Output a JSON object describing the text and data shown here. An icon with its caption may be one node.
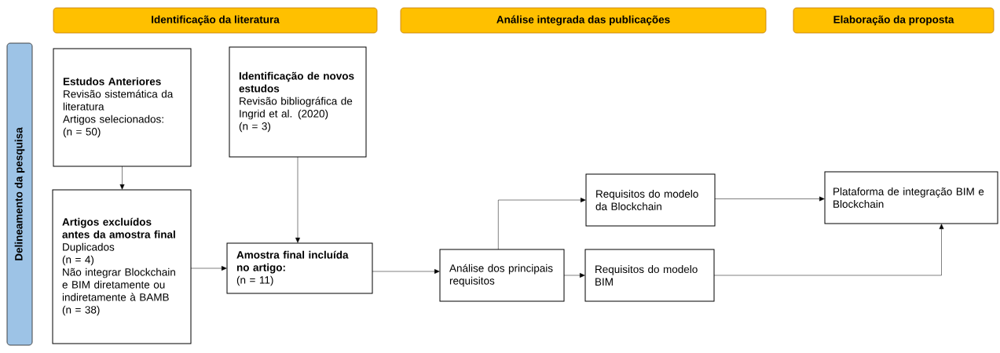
{
  "diagram": {
    "nodes": [
      {
        "text": [
          "Identificação da literatura"
        ]
      },
      {
        "text": [
          "Análise integrada das publicações"
        ]
      },
      {
        "text": [
          "Elaboração da proposta"
        ]
      },
      {
        "text": [
          "Delineamento da pesquisa"
        ]
      },
      {
        "text": [
          "Estudos Anteriores",
          "Revisão sistemática da literatura",
          "Artigos selecionados:",
          "(n = 50)"
        ]
      },
      {
        "text": [
          "Identificação de novos estudos",
          "Revisão bibliográfica de Ingrid et al. (2020)",
          "(n = 3)"
        ]
      },
      {
        "text": [
          "Artigos excluídos antes da amostra final",
          "Duplicados",
          "(n = 4)",
          "Não integrar Blockchain e BIM diretamente ou indiretamente à BAMB",
          "(n = 38)"
        ]
      },
      {
        "text": [
          "Amostra final incluída no artigo:",
          "(n = 11)"
        ]
      },
      {
        "text": [
          "Análise dos principais requisitos"
        ]
      },
      {
        "text": [
          "Requisitos do modelo da Blockchain"
        ]
      },
      {
        "text": [
          "Requisitos do modelo BIM"
        ]
      },
      {
        "text": [
          "Plataforma de integração BIM e Blockchain"
        ]
      }
    ],
    "edges": [
      {
        "from": 4,
        "to": 6,
        "arrow": "to"
      },
      {
        "from": 5,
        "to": 7,
        "arrow": "to"
      },
      {
        "from": 6,
        "to": 7,
        "arrow": "to"
      },
      {
        "from": 7,
        "to": 8,
        "arrow": "to"
      },
      {
        "from": 8,
        "to": 9,
        "arrow": "to"
      },
      {
        "from": 8,
        "to": 10,
        "arrow": "to"
      },
      {
        "from": 9,
        "to": 11,
        "arrow": "to"
      },
      {
        "from": 10,
        "to": 11,
        "arrow": "to"
      }
    ]
  }
}
